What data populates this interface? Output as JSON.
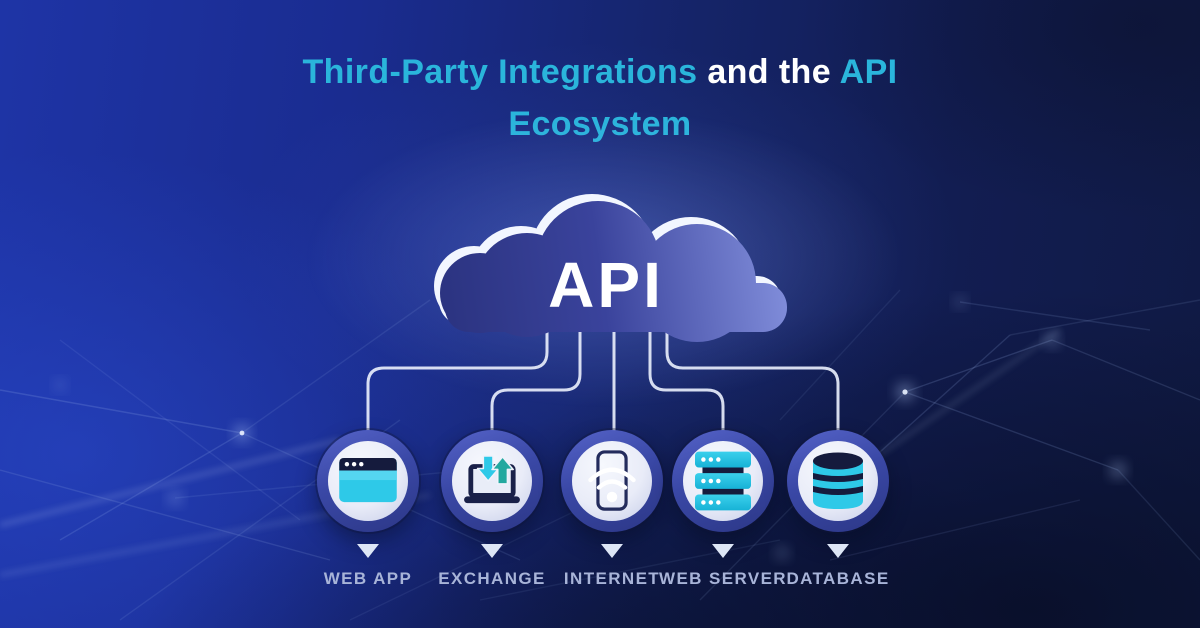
{
  "title": {
    "segment1": "Third-Party Integrations",
    "segment2": " and the ",
    "segment3": "API",
    "line2": "Ecosystem"
  },
  "cloud": {
    "label": "API"
  },
  "nodes": [
    {
      "label": "WEB APP",
      "icon": "browser-window-icon"
    },
    {
      "label": "EXCHANGE",
      "icon": "laptop-sync-arrows-icon"
    },
    {
      "label": "INTERNET",
      "icon": "smartphone-wifi-icon"
    },
    {
      "label": "WEB SERVER",
      "icon": "server-stack-icon"
    },
    {
      "label": "DATABASE",
      "icon": "database-cylinder-icon"
    }
  ],
  "colors": {
    "background_left": "#1e34a6",
    "background_right": "#101a44",
    "title_accent": "#2ab5db",
    "title_white": "#ffffff",
    "cloud_dark": "#2b3380",
    "cloud_light": "#8794e0",
    "cloud_highlight": "#f2f6ff",
    "connector_line": "#e7edfb",
    "node_ring": "#3a48a6",
    "node_inner": "#edf0fa",
    "icon_navy": "#161c40",
    "icon_cyan": "#2ec9e8",
    "icon_cyan_light": "#55d6f0",
    "icon_teal": "#22a89f",
    "label_text": "#a8b4d8"
  }
}
